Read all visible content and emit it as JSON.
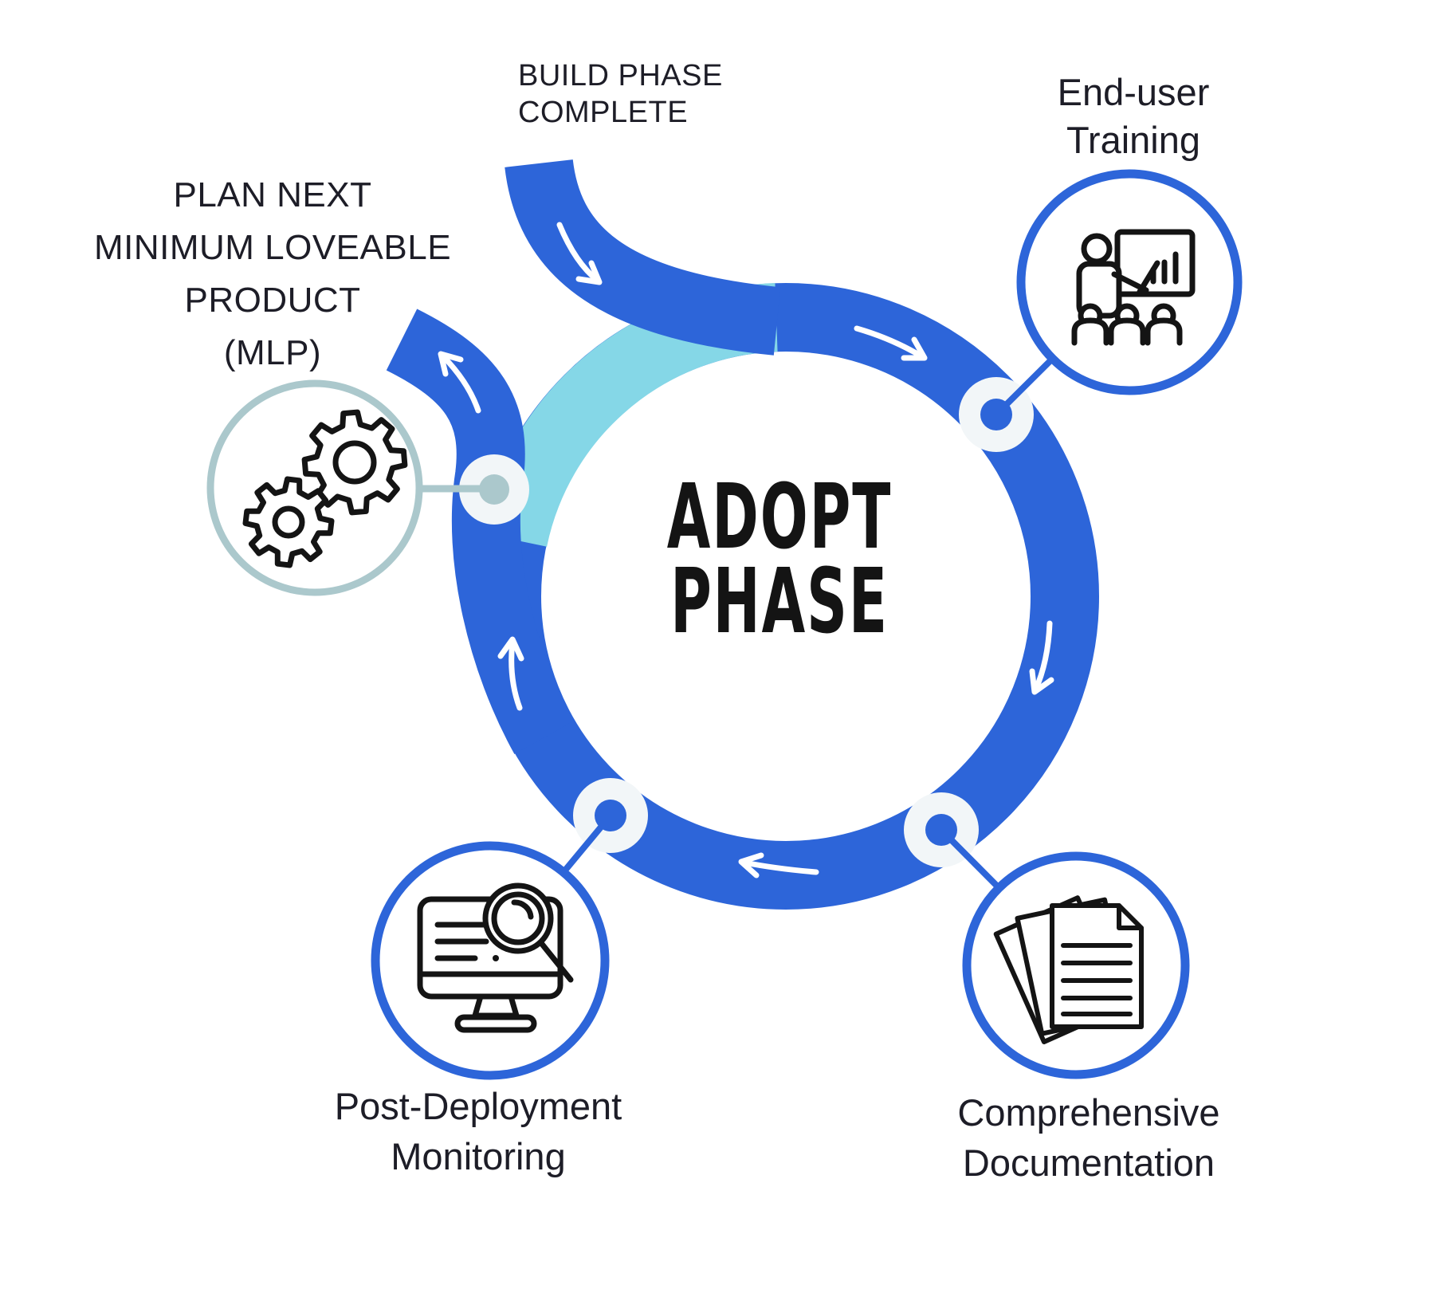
{
  "diagram": {
    "title_lines": [
      "ADOPT",
      "PHASE"
    ],
    "entry": {
      "label_lines": [
        "BUILD PHASE",
        "COMPLETE"
      ]
    },
    "exit": {
      "label_lines": [
        "PLAN NEXT",
        "MINIMUM LOVEABLE",
        "PRODUCT",
        "(MLP)"
      ]
    },
    "steps": [
      {
        "name": "end-user-training",
        "label_lines": [
          "End-user",
          "Training"
        ],
        "icon": "presentation-training-icon"
      },
      {
        "name": "comprehensive-documentation",
        "label_lines": [
          "Comprehensive",
          "Documentation"
        ],
        "icon": "stacked-documents-icon"
      },
      {
        "name": "post-deployment-monitoring",
        "label_lines": [
          "Post-Deployment",
          "Monitoring"
        ],
        "icon": "monitor-magnifying-glass-icon"
      },
      {
        "name": "plan-next-mlp",
        "label_lines": [],
        "icon": "gears-icon"
      }
    ],
    "colors": {
      "primary_blue": "#2d65d9",
      "accent_cyan": "#85d7e7",
      "node_halo": "#f2f6f8",
      "muted_teal": "#abc8cc",
      "text": "#1d1d27",
      "title": "#141414",
      "icon_stroke": "#141414",
      "background": "#ffffff"
    }
  }
}
